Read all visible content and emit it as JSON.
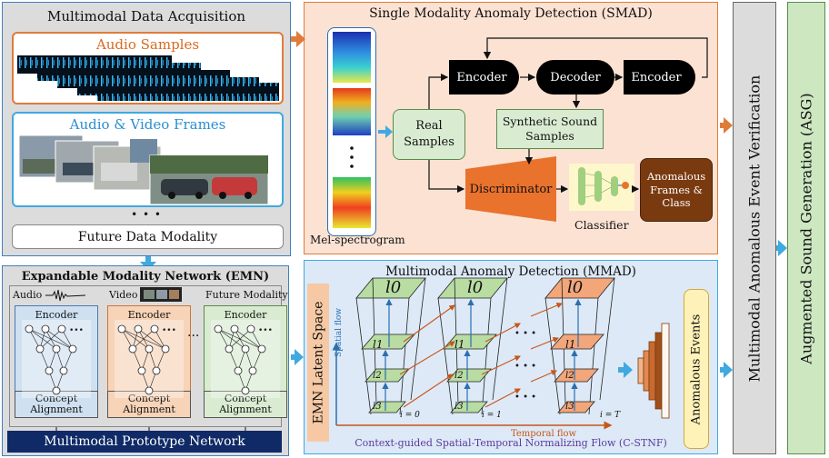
{
  "acquisition": {
    "title": "Multimodal Data Acquisition",
    "audio_label": "Audio Samples",
    "video_label": "Audio & Video Frames",
    "ellipsis": "• • •",
    "future_label": "Future Data Modality"
  },
  "smad": {
    "title": "Single Modality Anomaly Detection (SMAD)",
    "mel_label": "Mel-spectrogram",
    "real_samples": "Real Samples",
    "encoder1": "Encoder",
    "decoder": "Decoder",
    "encoder2": "Encoder",
    "synthetic": "Synthetic Sound Samples",
    "discriminator": "Discriminator",
    "classifier": "Classifier",
    "anomalous_frames": "Anomalous Frames & Class"
  },
  "emn": {
    "title": "Expandable Modality Network (EMN)",
    "modalities": [
      {
        "label": "Audio",
        "encoder": "Encoder",
        "concept": "Concept Alignment",
        "bg": "#cfe0f1",
        "border": "#4a7ab0"
      },
      {
        "label": "Video",
        "encoder": "Encoder",
        "concept": "Concept Alignment",
        "bg": "#f7d3b7",
        "border": "#c8763a"
      },
      {
        "label": "Future Modality",
        "encoder": "Encoder",
        "concept": "Concept Alignment",
        "bg": "#d9ecd2",
        "border": "#5a8a4a"
      }
    ],
    "dots": "...",
    "prototype": "Multimodal Prototype Network"
  },
  "mmad": {
    "title": "Multimodal Anomaly Detection (MMAD)",
    "latent": "EMN Latent Space",
    "spatial_flow": "Spatial flow",
    "temporal_flow": "Temporal flow",
    "caption": "Context-guided Spatial-Temporal Normalizing Flow (C-STNF)",
    "anomalous_events": "Anomalous Events",
    "levels": [
      "l0",
      "l1",
      "l2",
      "l3"
    ],
    "index_labels": [
      "i = 0",
      "i = 1",
      "i = T"
    ],
    "dots": "• • •"
  },
  "verification": {
    "label": "Multimodal Anomalous Event Verification"
  },
  "asg": {
    "label": "Augmented Sound Generation (ASG)"
  },
  "colors": {
    "orange": "#e07b39",
    "blue": "#3fa9e0",
    "navy": "#0f2a66",
    "brown": "#7a3a10",
    "green": "#d9ecd2"
  }
}
